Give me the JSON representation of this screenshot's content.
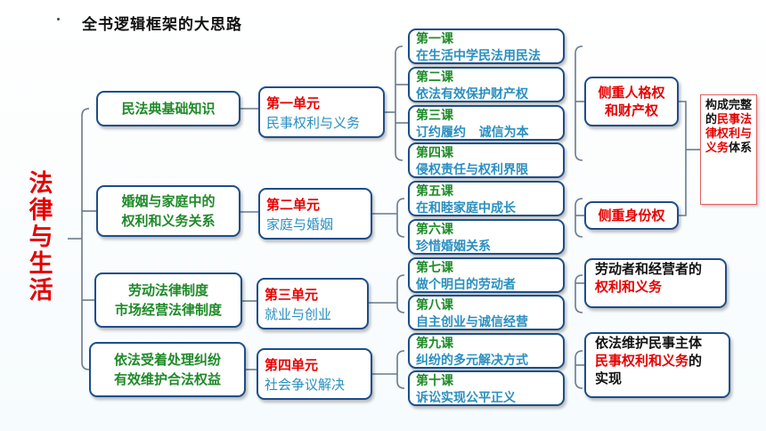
{
  "title": "全书逻辑框架的大思路",
  "root": "法律与生活",
  "colors": {
    "red": "#e50000",
    "green": "#1e8a28",
    "blue": "#2a8fc0",
    "border": "#1d4e89",
    "line": "#6a7b8a"
  },
  "topics": [
    {
      "lines": [
        "民法典基础知识"
      ]
    },
    {
      "lines": [
        "婚姻与家庭中的",
        "权利和义务关系"
      ]
    },
    {
      "lines": [
        "劳动法律制度",
        "市场经营法律制度"
      ]
    },
    {
      "lines": [
        "依法受着处理纠纷",
        "有效维护合法权益"
      ]
    }
  ],
  "units": [
    {
      "name": "第一单元",
      "sub": "民事权利与义务"
    },
    {
      "name": "第二单元",
      "sub": "家庭与婚姻"
    },
    {
      "name": "第三单元",
      "sub": "就业与创业"
    },
    {
      "name": "第四单元",
      "sub": "社会争议解决"
    }
  ],
  "lessons": [
    {
      "name": "第一课",
      "sub": "在生活中学民法用民法"
    },
    {
      "name": "第二课",
      "sub": "依法有效保护财产权"
    },
    {
      "name": "第三课",
      "sub": "订约履约   诚信为本"
    },
    {
      "name": "第四课",
      "sub": "侵权责任与权利界限"
    },
    {
      "name": "第五课",
      "sub": "在和睦家庭中成长"
    },
    {
      "name": "第六课",
      "sub": "珍惜婚姻关系"
    },
    {
      "name": "第七课",
      "sub": "做个明白的劳动者"
    },
    {
      "name": "第八课",
      "sub": "自主创业与诚信经营"
    },
    {
      "name": "第九课",
      "sub": "纠纷的多元解决方式"
    },
    {
      "name": "第十课",
      "sub": "诉讼实现公平正义"
    }
  ],
  "features": [
    {
      "lines": [
        "侧重人格权",
        "和财产权"
      ]
    },
    {
      "lines": [
        "侧重身份权"
      ]
    },
    {
      "l1": "劳动者和经营者的",
      "l2": "权利和义务"
    },
    {
      "l1": "依法维护民事主体",
      "l2a": "民事权利和义务",
      "l2b": "的",
      "l3": "实现"
    }
  ],
  "summary": {
    "p1": "构成完整的",
    "p2": "民事法律权利与义务",
    "p3": "体系"
  }
}
